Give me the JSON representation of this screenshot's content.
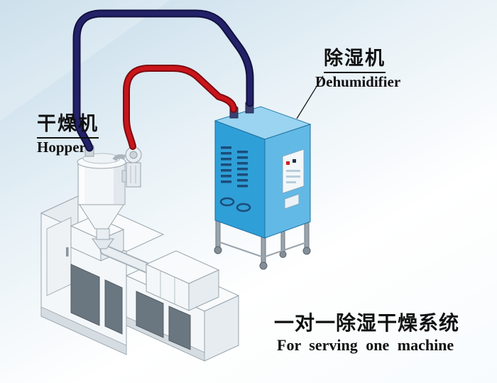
{
  "labels": {
    "dehumidifier": {
      "cn": "除湿机",
      "en": "Dehumidifier"
    },
    "hopper": {
      "cn": "干燥机",
      "en": "Hopper"
    },
    "caption": {
      "cn": "一对一除湿干燥系统",
      "en": "For serving one machine"
    }
  },
  "colors": {
    "background_top": "#bfd7e6",
    "text": "#101010",
    "pipe_red": "#c9151b",
    "pipe_red_dark": "#7e0a10",
    "pipe_navy": "#232268",
    "pipe_navy_dark": "#12103f",
    "dehumidifier_front": "#2f9fd8",
    "dehumidifier_side": "#62b9e6",
    "dehumidifier_top": "#9ad4f0",
    "dehumidifier_vent": "#1b4d79",
    "machine_light": "#f4f7f9",
    "machine_mid": "#e6ecf0",
    "machine_dark_panel": "#6a7680",
    "outline": "#9aa5ad"
  }
}
